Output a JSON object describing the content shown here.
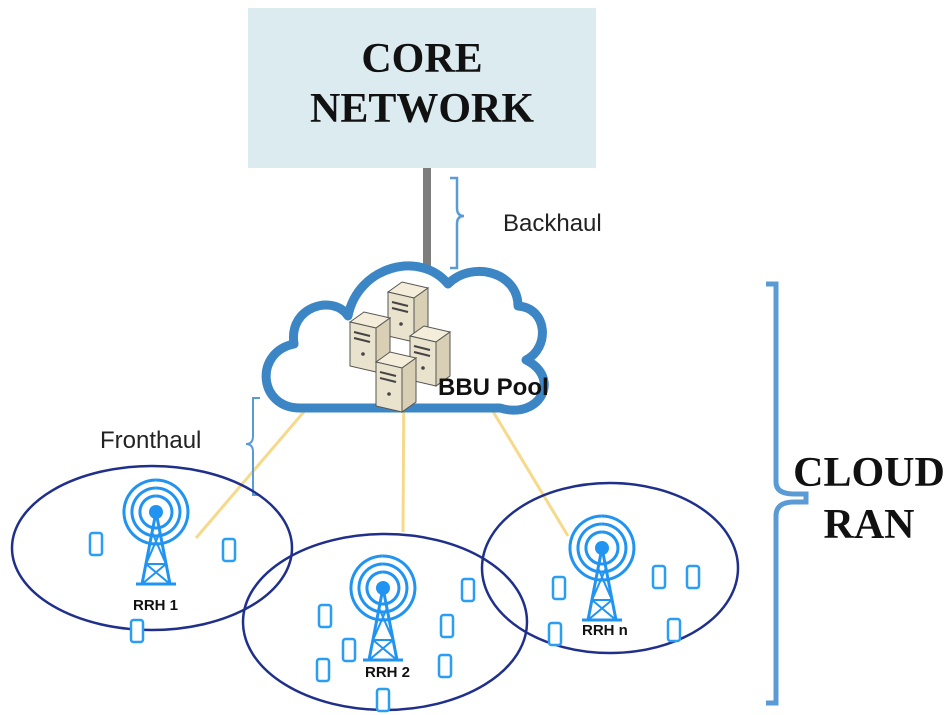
{
  "core": {
    "line1": "CORE",
    "line2": "NETWORK"
  },
  "labels": {
    "backhaul": "Backhaul",
    "fronthaul": "Fronthaul",
    "bbu_pool": "BBU Pool",
    "cloud_ran_line1": "CLOUD",
    "cloud_ran_line2": "RAN"
  },
  "cells": [
    {
      "label": "RRH 1"
    },
    {
      "label": "RRH 2"
    },
    {
      "label": "RRH n"
    }
  ],
  "colors": {
    "core_fill": "#dbebef",
    "cloud_stroke": "#3d86c6",
    "brace": "#5b9bd5",
    "ellipse_stroke": "#1f2f8a",
    "fronthaul_link": "#f7d98b",
    "tower": "#2193f0",
    "device": "#2a9df4",
    "backhaul_link": "#7d7d7d"
  },
  "icons": [
    "server-icon",
    "antenna-tower-icon",
    "mobile-device-icon",
    "cloud-icon",
    "brace-icon"
  ]
}
